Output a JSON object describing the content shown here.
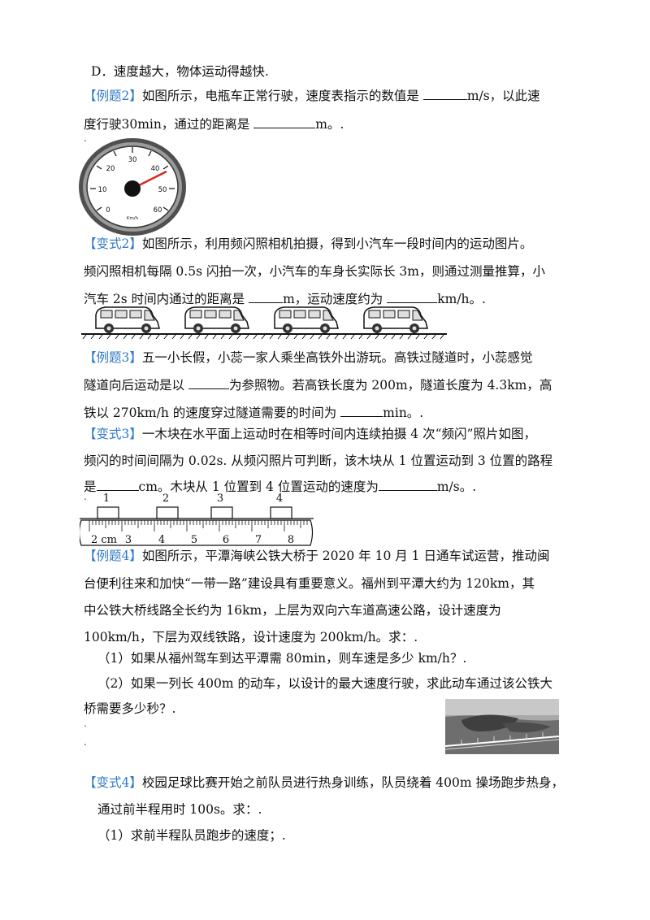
{
  "lines": {
    "d_option": "D．速度越大，物体运动得越快.",
    "ex2_tag": "【例题2】",
    "ex2_a": "如图所示，电瓶车正常行驶，速度表指示的数值是 ",
    "ex2_a_unit": "m/s，以此速",
    "ex2_b": "度行驶30min，通过的距离是 ",
    "ex2_b_unit": "m。.",
    "var2_tag": "【变式2】",
    "var2_a": "如图所示，利用频闪照相机拍摄，得到小汽车一段时间内的运动图片。",
    "var2_b": "频闪照相机每隔 0.5s 闪拍一次，小汽车的车身长实际长 3m，则通过测量推算，小",
    "var2_c1": "汽车 2s 时间内通过的距离是 ",
    "var2_c2": "m，运动速度约为 ",
    "var2_c3": "km/h。.",
    "ex3_tag": "【例题3】",
    "ex3_a": "五一小长假，小蕊一家人乘坐高铁外出游玩。高铁过隧道时，小蕊感觉",
    "ex3_b1": "隧道向后运动是以 ",
    "ex3_b2": "为参照物。若高铁长度为 200m，隧道长度为 4.3km，高",
    "ex3_c1": "铁以 270km/h 的速度穿过隧道需要的时间为 ",
    "ex3_c2": "min。.",
    "var3_tag": "【变式3】",
    "var3_a": "一木块在水平面上运动时在相等时间内连续拍摄 4 次“频闪”照片如图，",
    "var3_b": "频闪的时间间隔为 0.02s. 从频闪照片可判断，该木块从 1 位置运动到 3 位置的路程",
    "var3_c1": "是",
    "var3_c2": "cm。木块从 1 位置到 4 位置运动的速度为",
    "var3_c3": "m/s。.",
    "ex4_tag": "【例题4】",
    "ex4_a": "如图所示，平潭海峡公铁大桥于 2020 年 10 月 1 日通车试运营，推动闽",
    "ex4_b": "台便利往来和加快“一带一路”建设具有重要意义。福州到平潭大约为 120km，其",
    "ex4_c": "中公铁大桥线路全长约为 16km，上层为双向六车道高速公路，设计速度为",
    "ex4_d": "100km/h，下层为双线铁路，设计速度为 200km/h。求：.",
    "ex4_q1": "（1）如果从福州驾车到达平潭需 80min，则车速是多少 km/h？.",
    "ex4_q2a": "（2）如果一列长 400m 的动车，以设计的最大速度行驶，求此动车通过该公铁大",
    "ex4_q2b": "桥需要多少秒？.",
    "var4_tag": "【变式4】",
    "var4_a": "校园足球比赛开始之前队员进行热身训练，队员绕着 400m 操场跑步热身，",
    "var4_b": "通过前半程用时 100s。求：.",
    "var4_q1": "（1）求前半程队员跑步的速度；."
  },
  "speedometer": {
    "ticks": [
      "0",
      "10",
      "20",
      "30",
      "40",
      "50",
      "60"
    ],
    "unit": "Km/h"
  },
  "ruler": {
    "positions": [
      "1",
      "2",
      "3",
      "4"
    ],
    "labels": [
      "2 cm",
      "3",
      "4",
      "5",
      "6",
      "7",
      "8"
    ]
  },
  "colors": {
    "tag": "#2e78c7",
    "text": "#111111"
  }
}
